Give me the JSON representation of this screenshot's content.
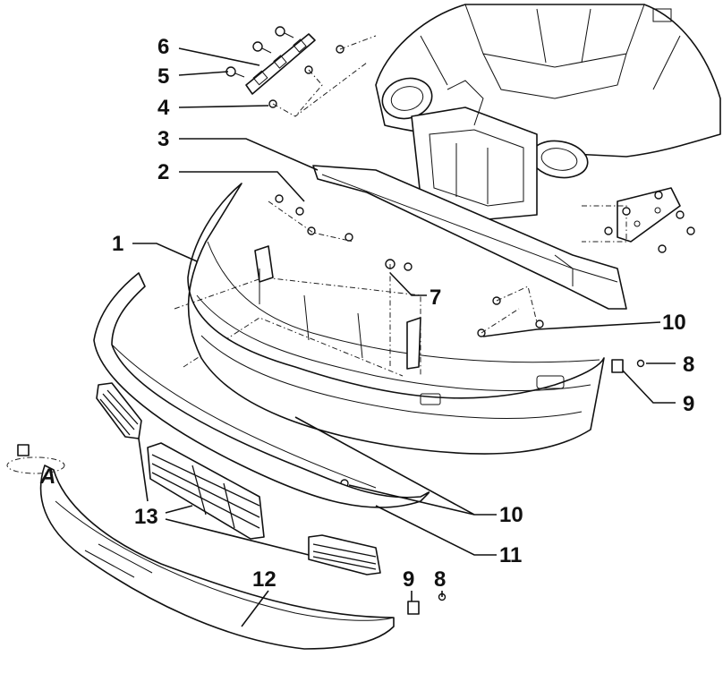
{
  "diagram": {
    "type": "exploded-parts-diagram",
    "subject": "Front bumper assembly",
    "callouts": {
      "c1": "1",
      "c2": "2",
      "c3": "3",
      "c4": "4",
      "c5": "5",
      "c6": "6",
      "c7": "7",
      "c8a": "8",
      "c9a": "9",
      "c10a": "10",
      "c10b": "10",
      "c11": "11",
      "c12": "12",
      "c13": "13",
      "c9b": "9",
      "c8b": "8"
    },
    "detail_marker": "A"
  }
}
